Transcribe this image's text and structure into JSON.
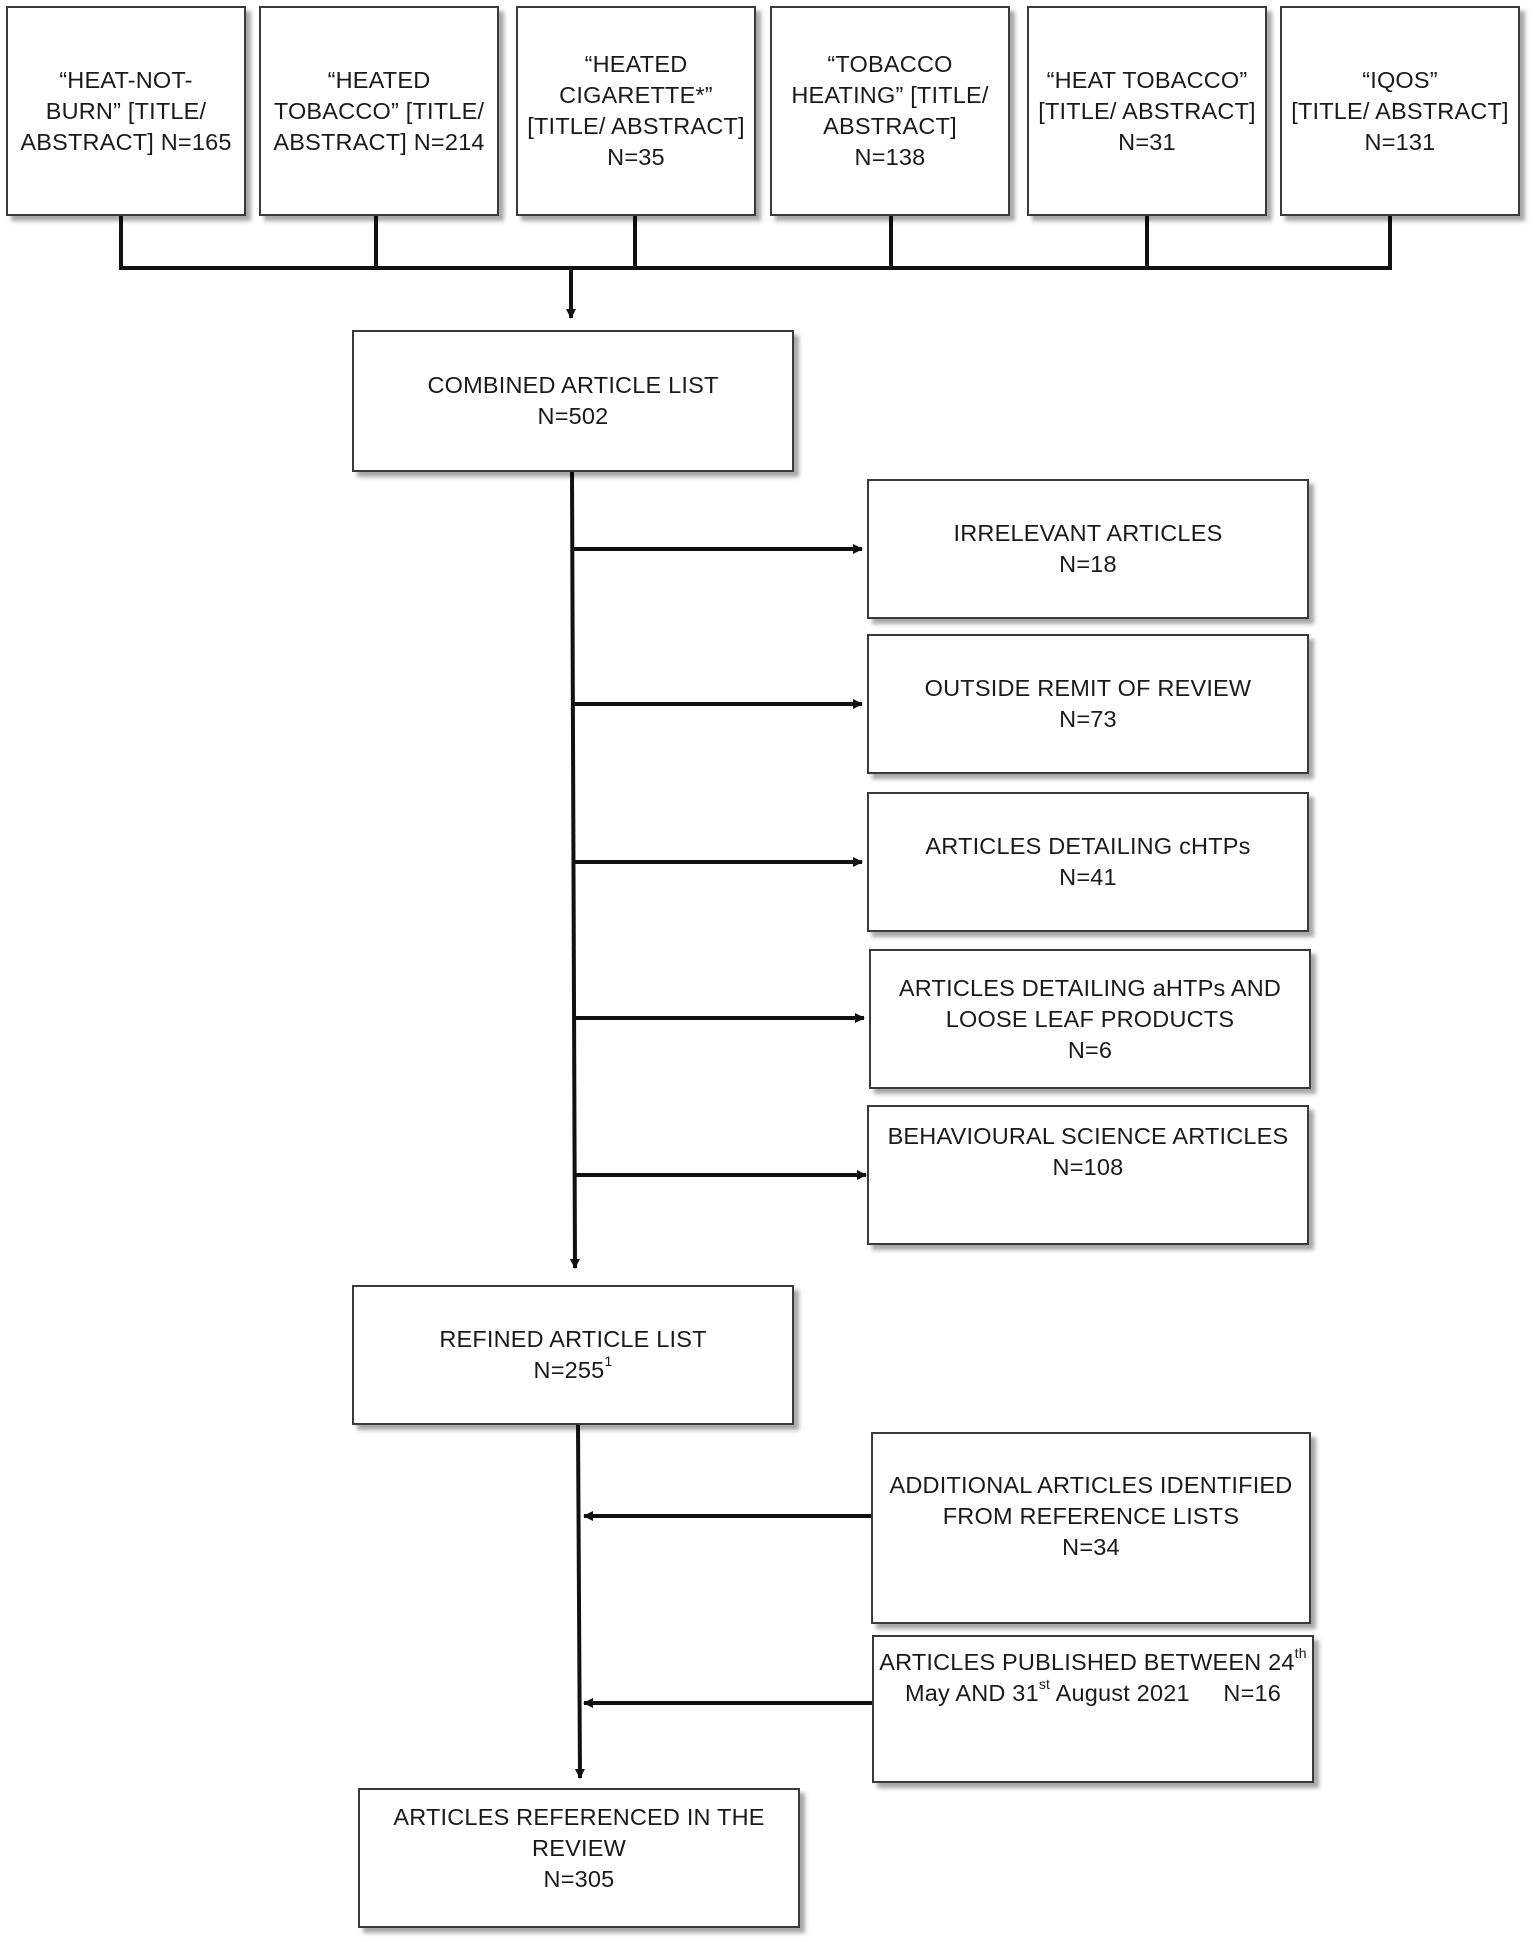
{
  "search_terms": [
    {
      "lines": [
        "“HEAT-NOT-",
        "BURN” [TITLE/",
        "ABSTRACT] N=165"
      ]
    },
    {
      "lines": [
        "“HEATED",
        "TOBACCO” [TITLE/",
        "ABSTRACT] N=214"
      ]
    },
    {
      "lines": [
        "“HEATED",
        "CIGARETTE*”",
        "[TITLE/ ABSTRACT]",
        "N=35"
      ]
    },
    {
      "lines": [
        "“TOBACCO",
        "HEATING” [TITLE/",
        "ABSTRACT]",
        "N=138"
      ]
    },
    {
      "lines": [
        "“HEAT TOBACCO”",
        "[TITLE/ ABSTRACT]",
        "N=31"
      ]
    },
    {
      "lines": [
        "“IQOS”",
        "[TITLE/ ABSTRACT]",
        "N=131"
      ]
    }
  ],
  "combined": {
    "label": "COMBINED ARTICLE LIST",
    "count": "N=502"
  },
  "exclusions": [
    {
      "label": "IRRELEVANT ARTICLES",
      "count": "N=18"
    },
    {
      "label": "OUTSIDE REMIT OF REVIEW",
      "count": "N=73"
    },
    {
      "label": "ARTICLES DETAILING cHTPs",
      "count": "N=41"
    },
    {
      "label": "ARTICLES DETAILING aHTPs AND",
      "label2": "LOOSE LEAF PRODUCTS",
      "count": "N=6"
    },
    {
      "label": "BEHAVIOURAL SCIENCE ARTICLES",
      "count": "N=108"
    }
  ],
  "refined": {
    "label": "REFINED ARTICLE LIST",
    "count": "N=255",
    "footnote": "1"
  },
  "additional": {
    "line1": "ADDITIONAL ARTICLES IDENTIFIED",
    "line2": "FROM REFERENCE LISTS",
    "count": "N=34"
  },
  "published": {
    "line1": "ARTICLES PUBLISHED BETWEEN 24",
    "sup1": "th",
    "line2a": "May AND 31",
    "sup2": "st",
    "line2b": " August 2021",
    "count": "N=16"
  },
  "final": {
    "line1": "ARTICLES REFERENCED IN THE",
    "line2": "REVIEW",
    "count": "N=305"
  }
}
